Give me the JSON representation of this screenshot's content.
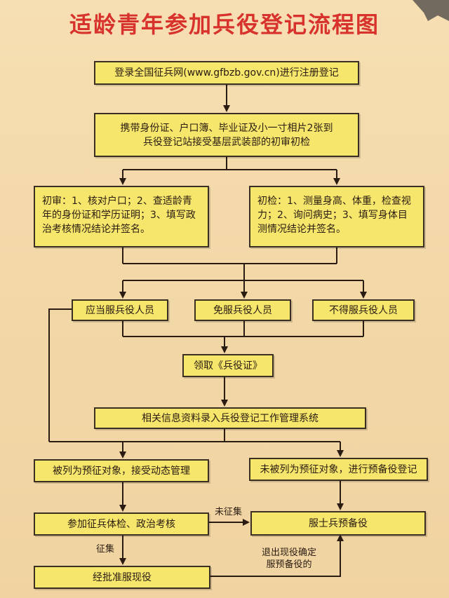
{
  "title": "适龄青年参加兵役登记流程图",
  "nodes": {
    "register": "登录全国征兵网(www.gfbzb.gov.cn)进行注册登记",
    "bring_docs_l1": "携带身份证、户口簿、毕业证及小一寸相片2张到",
    "bring_docs_l2": "兵役登记站接受基层武装部的初审初检",
    "initial_review": "初审：1、核对户口；2、查适龄青年的身份证和学历证明；3、填写政治考核情况结论并签名。",
    "initial_exam": "初检：1、测量身高、体重，检查视力；2、询问病史；3、填写身体目测情况结论并签名。",
    "should_serve": "应当服兵役人员",
    "exempt": "免服兵役人员",
    "not_allowed": "不得服兵役人员",
    "get_cert": "领取《兵役证》",
    "enter_system": "相关信息资料录入兵役登记工作管理系统",
    "pre_conscript": "被列为预征对象，接受动态管理",
    "not_pre_conscript": "未被列为预征对象，进行预备役登记",
    "exam_political": "参加征兵体检、政治考核",
    "reserve": "服士兵预备役",
    "approved": "经批准服现役"
  },
  "edge_labels": {
    "not_conscripted": "未征集",
    "conscripted": "征集",
    "retire_l1": "退出现役确定",
    "retire_l2": "服预备役的"
  }
}
